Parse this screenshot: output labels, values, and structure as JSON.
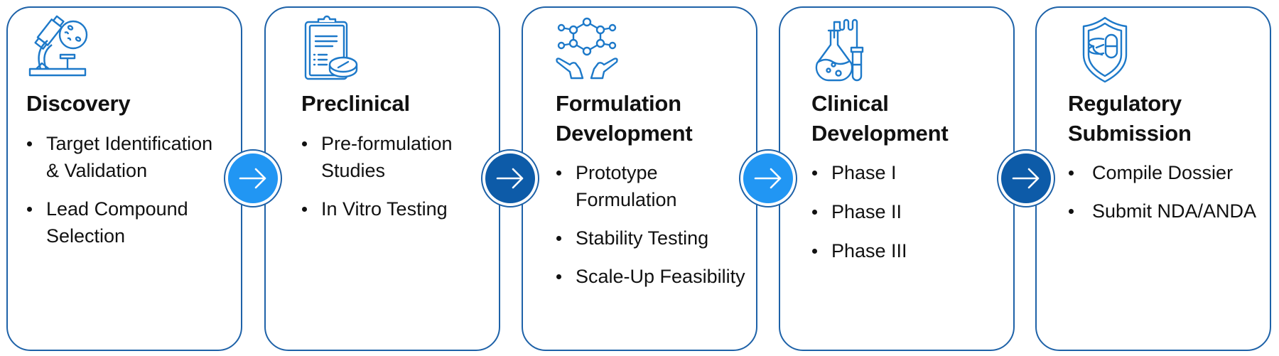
{
  "colors": {
    "border": "#1E62A8",
    "icon": "#1D79C9",
    "arrow_light": "#2196F3",
    "arrow_dark": "#0D5BA8",
    "text": "#111111"
  },
  "stages": [
    {
      "title": "Discovery",
      "icon": "microscope-icon",
      "items": [
        "Target Identification & Validation",
        "Lead Compound Selection"
      ]
    },
    {
      "title": "Preclinical",
      "icon": "clipboard-pill-icon",
      "items": [
        "Pre-formulation Studies",
        "In Vitro Testing"
      ]
    },
    {
      "title": "Formulation Development",
      "icon": "molecule-hands-icon",
      "items": [
        "Prototype Formulation",
        "Stability Testing",
        "Scale-Up Feasibility"
      ]
    },
    {
      "title": "Clinical Development",
      "icon": "lab-flask-icon",
      "items": [
        "Phase I",
        "Phase II",
        "Phase III"
      ]
    },
    {
      "title": "Regulatory Submission",
      "icon": "shield-pill-icon",
      "items": [
        "Compile Dossier",
        "Submit NDA/ANDA"
      ]
    }
  ],
  "connectors": [
    {
      "icon": "arrow-right-icon",
      "style": "light"
    },
    {
      "icon": "arrow-right-icon",
      "style": "dark"
    },
    {
      "icon": "arrow-right-icon",
      "style": "light"
    },
    {
      "icon": "arrow-right-icon",
      "style": "dark"
    }
  ]
}
